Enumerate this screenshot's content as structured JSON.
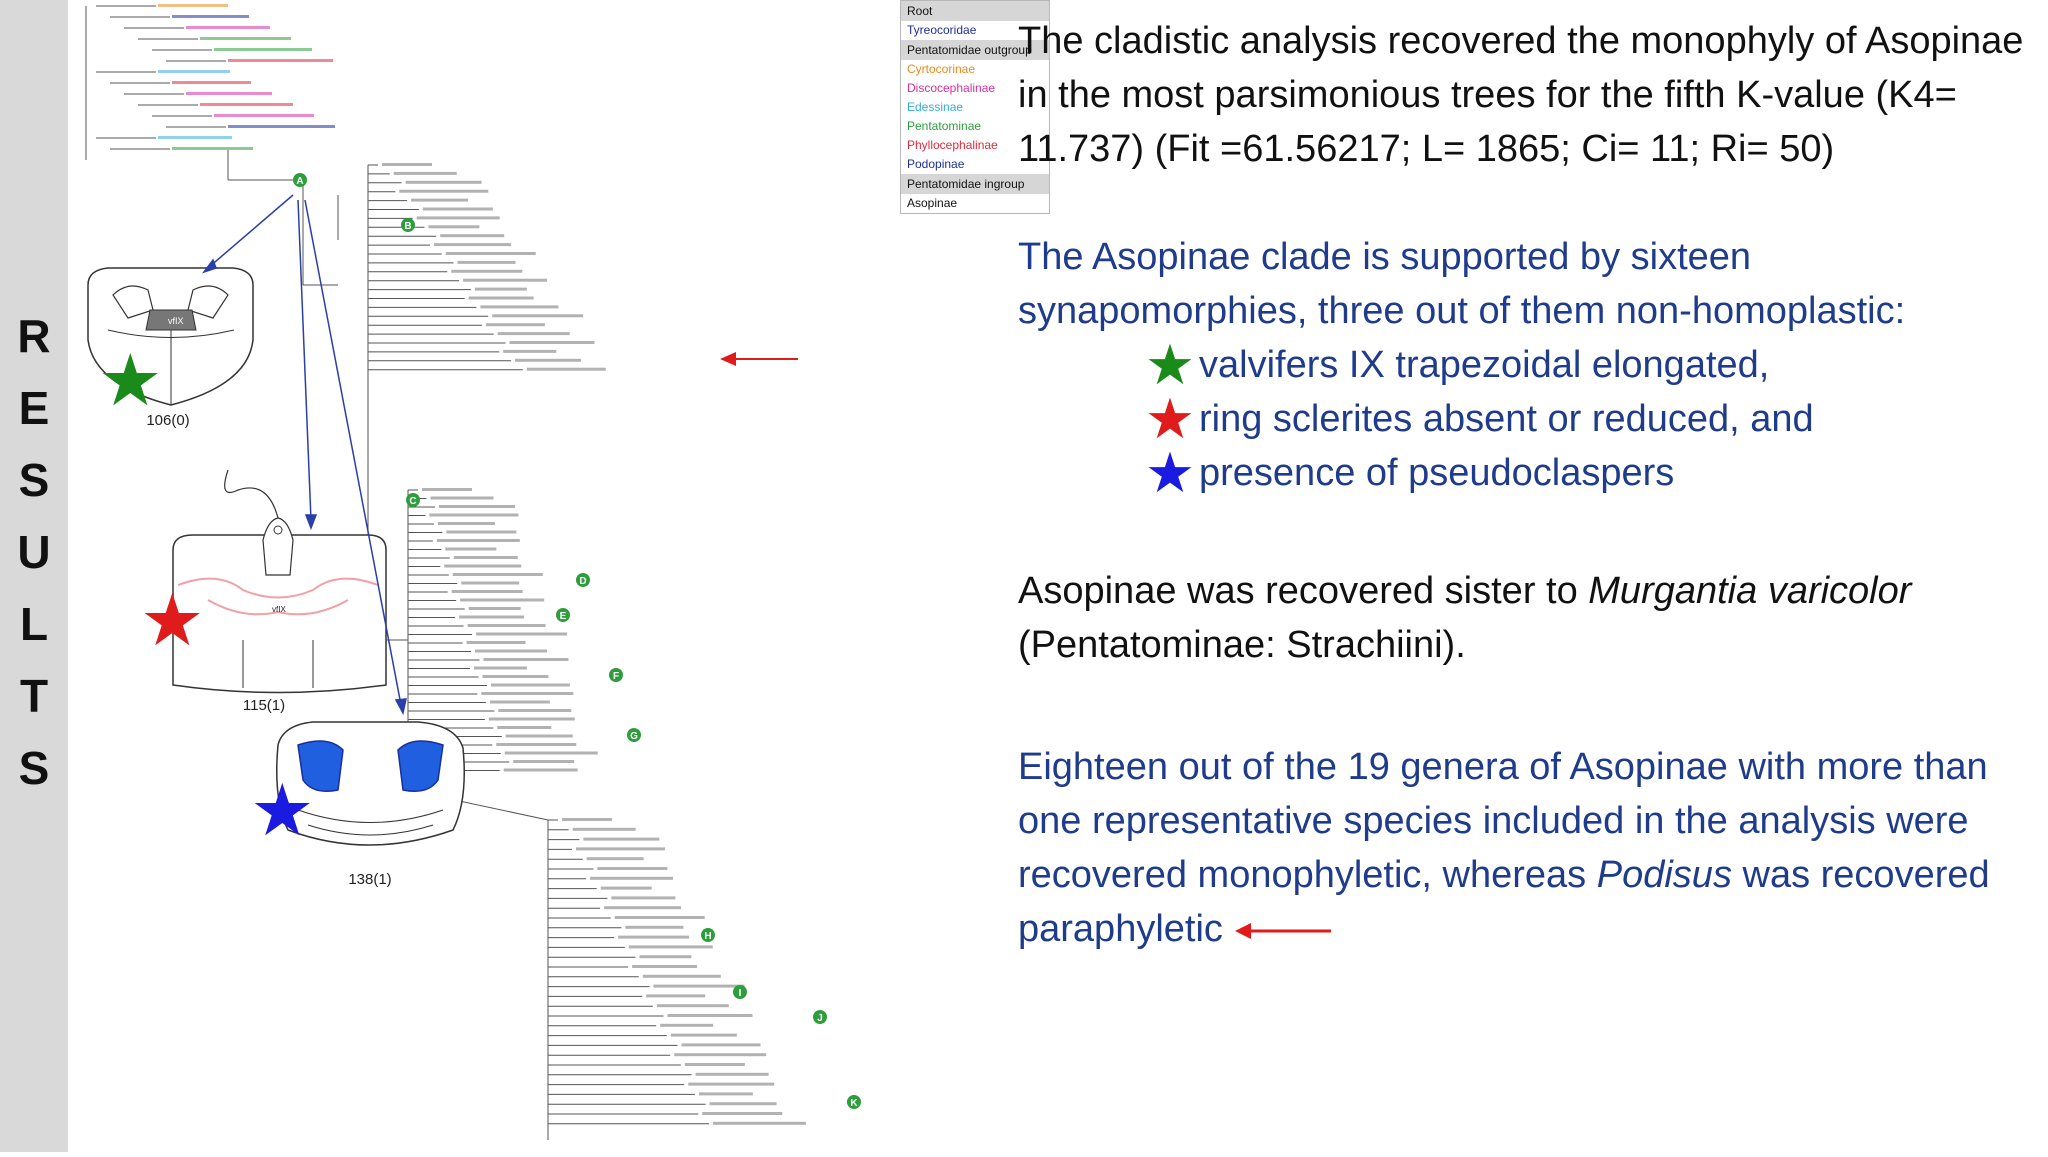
{
  "sidebar": {
    "letters": [
      "R",
      "E",
      "S",
      "U",
      "L",
      "T",
      "S"
    ]
  },
  "legend": {
    "root_header": "Root",
    "root_item": "Tyreocoridae",
    "outgroup_header": "Pentatomidae outgroup",
    "outgroup_items": [
      {
        "label": "Cyrtocorinae",
        "color": "#e8891e"
      },
      {
        "label": "Discocephalinae",
        "color": "#d92ea0"
      },
      {
        "label": "Edessinae",
        "color": "#36a9e1"
      },
      {
        "label": "Pentatominae",
        "color": "#2e9e3c"
      },
      {
        "label": "Phyllocephalinae",
        "color": "#e02a3c"
      },
      {
        "label": "Podopinae",
        "color": "#1d2f9e"
      }
    ],
    "ingroup_header": "Pentatomidae ingroup",
    "ingroup_item": "Asopinae"
  },
  "figure": {
    "node_labels": [
      "A",
      "B",
      "C",
      "D",
      "E",
      "F",
      "G",
      "H",
      "I",
      "J",
      "K"
    ],
    "character_labels": [
      "106(0)",
      "115(1)",
      "138(1)"
    ],
    "star_colors": {
      "green": "#1a8a1a",
      "red": "#e01b1b",
      "blue": "#1a1ae0"
    },
    "arrow_color": "#e01b1b"
  },
  "text": {
    "p1": "The cladistic analysis recovered the monophyly of Asopinae in the most parsimonious trees for the fifth K-value (K4= 11.737) (Fit =61.56217; L= 1865; Ci= 11; Ri= 50)",
    "p2": "The Asopinae clade is supported by sixteen synapomorphies, three out of them non-homoplastic:",
    "synapomorphies": [
      {
        "text": "valvifers IX trapezoidal elongated,",
        "color": "#1a8a1a"
      },
      {
        "text": "ring sclerites absent or reduced, and",
        "color": "#e01b1b"
      },
      {
        "text": "presence of pseudoclaspers",
        "color": "#1a1ae0"
      }
    ],
    "p3_before": "Asopinae was recovered sister to ",
    "p3_italic": "Murgantia varicolor",
    "p3_after": "(Pentatominae: Strachiini).",
    "p4_before": "Eighteen out of the 19 genera of Asopinae with more than one representative species included in the analysis were recovered monophyletic, whereas ",
    "p4_italic": "Podisus",
    "p4_mid": " was recovered paraphyletic"
  },
  "star_glyph": "★"
}
